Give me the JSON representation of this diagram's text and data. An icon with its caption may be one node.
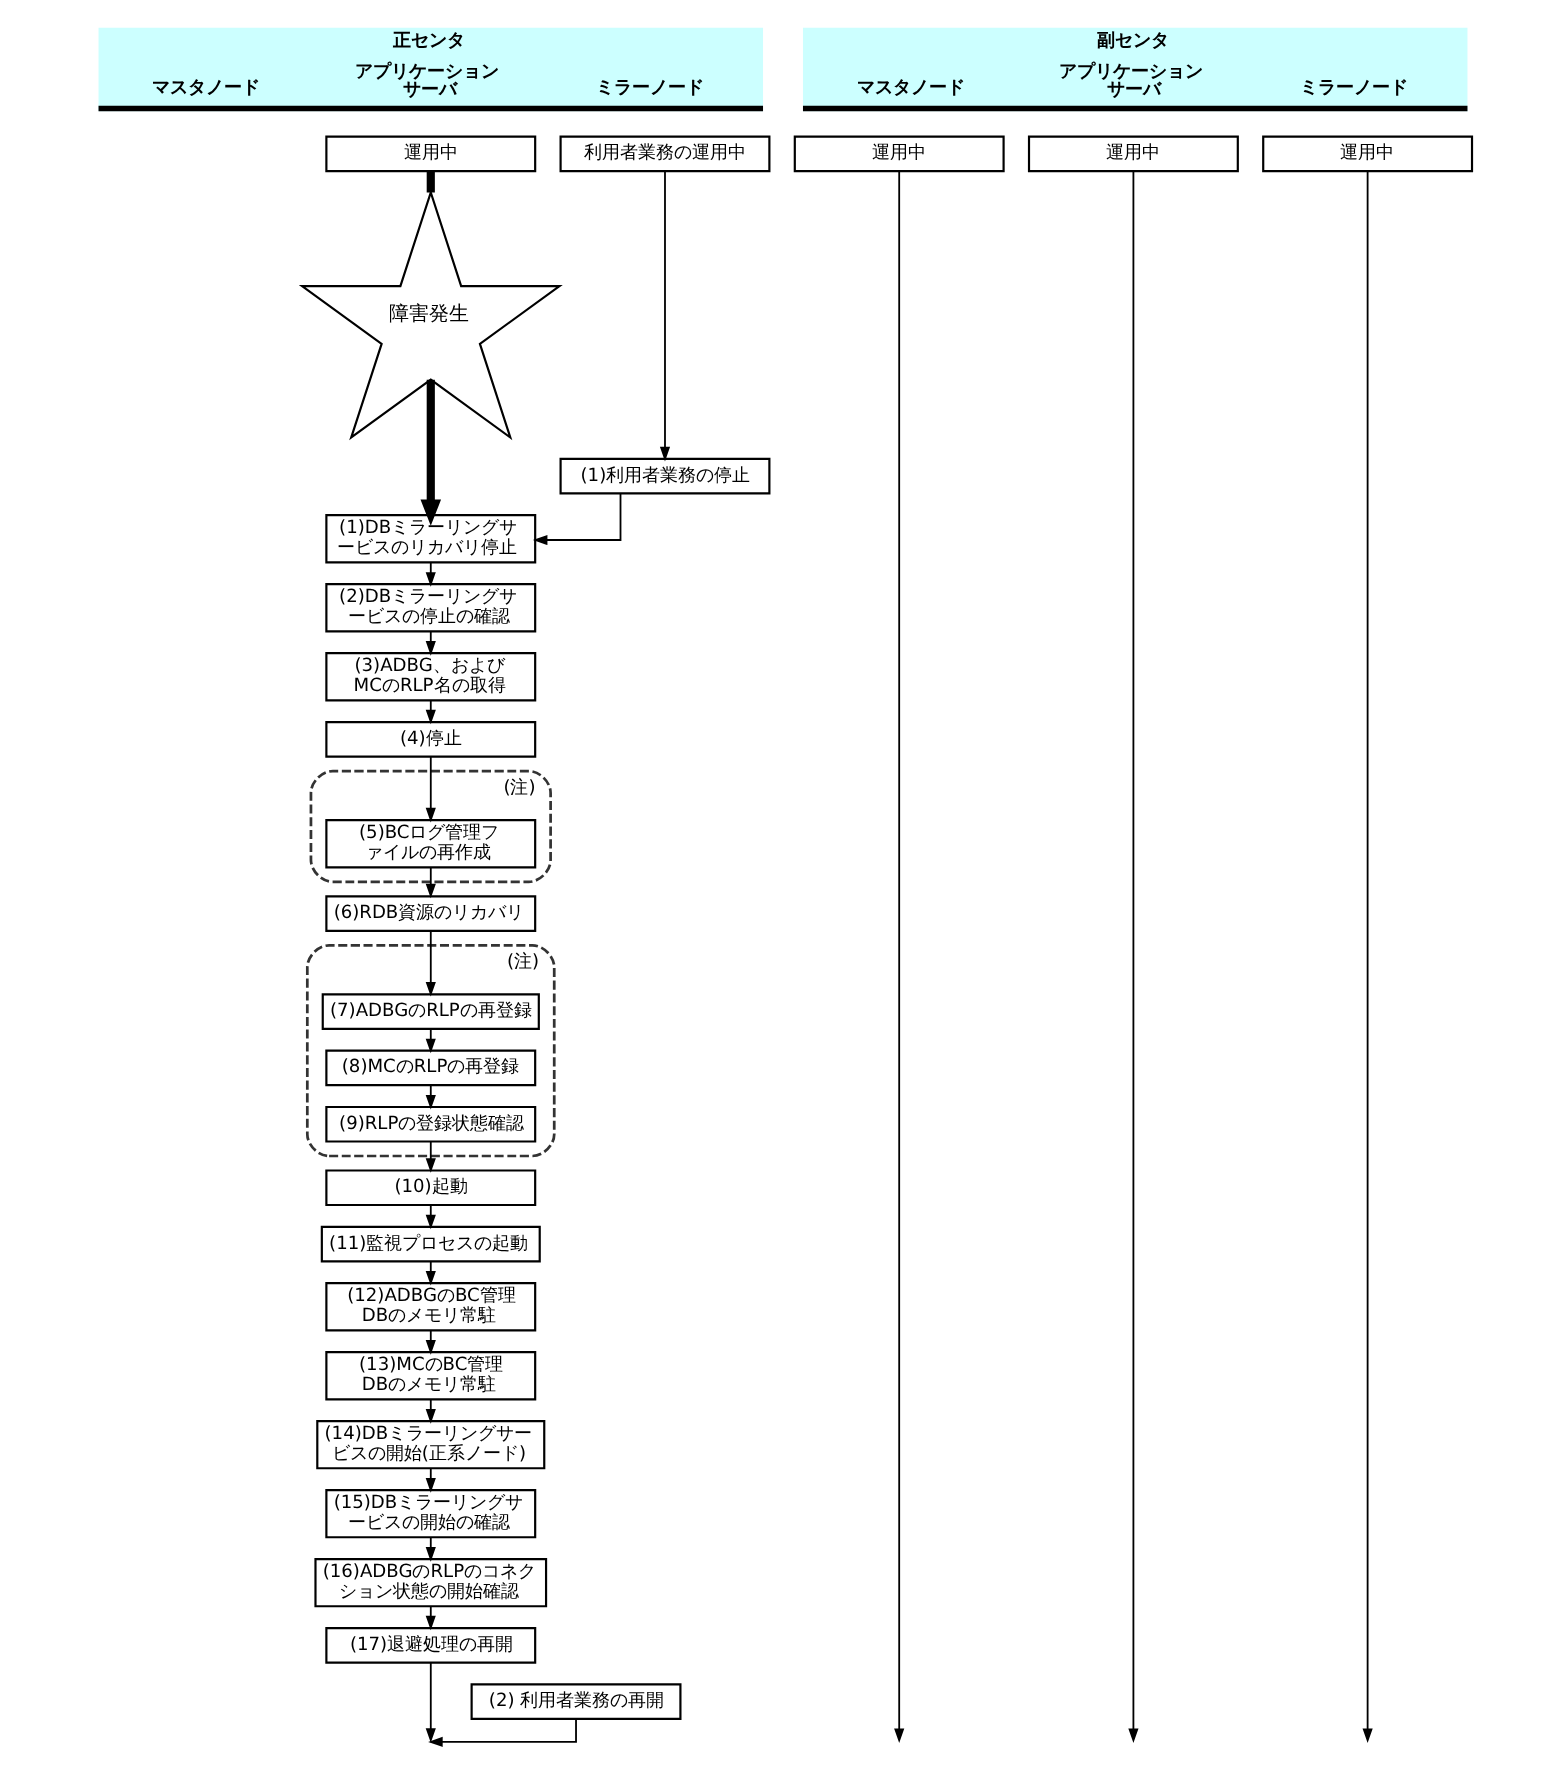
{
  "diagram": {
    "nodes": [
      {
        "text": [
          "正センタ",
          "マスタノード",
          "アプリケーションサーバ",
          "ミラーノード"
        ]
      },
      {
        "text": [
          "副センタ",
          "マスタノード",
          "アプリケーションサーバ",
          "ミラーノード"
        ]
      },
      {
        "text": [
          "運用中"
        ]
      },
      {
        "text": [
          "利用者業務の運用中"
        ]
      },
      {
        "text": [
          "運用中"
        ]
      },
      {
        "text": [
          "運用中"
        ]
      },
      {
        "text": [
          "運用中"
        ]
      },
      {
        "text": [
          "障害発生"
        ]
      },
      {
        "text": [
          "(1)利用者業務の停止"
        ]
      },
      {
        "text": [
          "(1)DBミラーリングサービスのリカバリ停止"
        ]
      },
      {
        "text": [
          "(2)DBミラーリングサービスの停止の確認"
        ]
      },
      {
        "text": [
          "(3)ADBG、およびMCのRLP名の取得"
        ]
      },
      {
        "text": [
          "(4)停止"
        ]
      },
      {
        "text": [
          "(注)"
        ]
      },
      {
        "text": [
          "(5)BCログ管理ファイルの再作成"
        ],
        "in": 13
      },
      {
        "text": [
          "(6)RDB資源のリカバリ"
        ]
      },
      {
        "text": [
          "(注)"
        ]
      },
      {
        "text": [
          "(7)ADBGのRLPの再登録"
        ],
        "in": 16
      },
      {
        "text": [
          "(8)MCのRLPの再登録"
        ],
        "in": 16
      },
      {
        "text": [
          "(9)RLPの登録状態確認"
        ],
        "in": 16
      },
      {
        "text": [
          "(10)起動"
        ]
      },
      {
        "text": [
          "(11)監視プロセスの起動"
        ]
      },
      {
        "text": [
          "(12)ADBGのBC管理DBのメモリ常駐"
        ]
      },
      {
        "text": [
          "(13)MCのBC管理DBのメモリ常駐"
        ]
      },
      {
        "text": [
          "(14)DBミラーリングサービスの開始(正系ノード)"
        ]
      },
      {
        "text": [
          "(15)DBミラーリングサービスの開始の確認"
        ]
      },
      {
        "text": [
          "(16)ADBGのRLPのコネクション状態の開始確認"
        ]
      },
      {
        "text": [
          "(17)退避処理の再開"
        ]
      },
      {
        "text": [
          "(2) 利用者業務の再開"
        ]
      }
    ],
    "edges": [
      {
        "from": 2,
        "to": 7,
        "arrow": "none",
        "style": "thick"
      },
      {
        "from": 3,
        "to": 8,
        "arrow": "to"
      },
      {
        "from": 7,
        "to": 9,
        "arrow": "to",
        "style": "thick"
      },
      {
        "from": 8,
        "to": 9,
        "arrow": "to"
      },
      {
        "from": 9,
        "to": 10,
        "arrow": "to"
      },
      {
        "from": 10,
        "to": 11,
        "arrow": "to"
      },
      {
        "from": 11,
        "to": 12,
        "arrow": "to"
      },
      {
        "from": 12,
        "to": 14,
        "arrow": "to"
      },
      {
        "from": 14,
        "to": 15,
        "arrow": "to"
      },
      {
        "from": 15,
        "to": 17,
        "arrow": "to"
      },
      {
        "from": 17,
        "to": 18,
        "arrow": "to"
      },
      {
        "from": 18,
        "to": 19,
        "arrow": "to"
      },
      {
        "from": 19,
        "to": 20,
        "arrow": "to"
      },
      {
        "from": 20,
        "to": 21,
        "arrow": "to"
      },
      {
        "from": 21,
        "to": 22,
        "arrow": "to"
      },
      {
        "from": 22,
        "to": 23,
        "arrow": "to"
      },
      {
        "from": 23,
        "to": 24,
        "arrow": "to"
      },
      {
        "from": 24,
        "to": 25,
        "arrow": "to"
      },
      {
        "from": 25,
        "to": 26,
        "arrow": "to"
      },
      {
        "from": 26,
        "to": 27,
        "arrow": "to"
      },
      {
        "from": 27,
        "to": null,
        "arrow": "to"
      },
      {
        "from": 28,
        "to": null,
        "arrow": "to"
      },
      {
        "from": 4,
        "to": null,
        "arrow": "to"
      },
      {
        "from": 5,
        "to": null,
        "arrow": "to"
      },
      {
        "from": 6,
        "to": null,
        "arrow": "to"
      }
    ]
  }
}
